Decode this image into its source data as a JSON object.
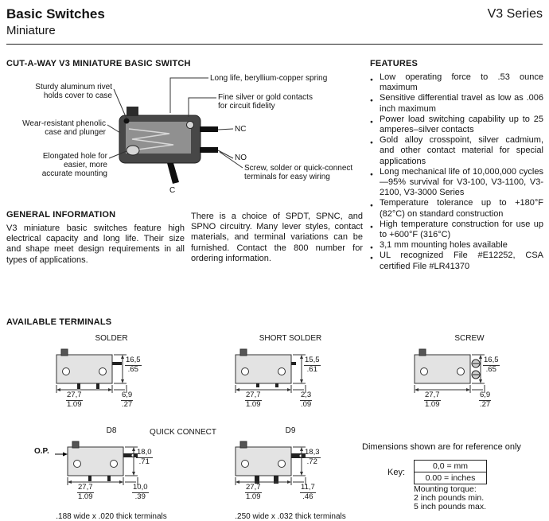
{
  "header": {
    "title": "Basic Switches",
    "subtitle": "Miniature",
    "series": "V3 Series"
  },
  "cutaway": {
    "heading": "CUT-A-WAY V3 MINIATURE BASIC SWITCH",
    "callout_rivet": "Sturdy aluminum rivet\nholds cover to case",
    "callout_spring": "Long life, beryllium-copper spring",
    "callout_contacts": "Fine silver or gold contacts\nfor circuit fidelity",
    "callout_case": "Wear-resistant phenolic\ncase and plunger",
    "callout_hole": "Elongated hole for\neasier, more\naccurate mounting",
    "callout_terminals": "Screw, solder or quick-connect\nterminals for easy wiring",
    "label_nc": "NC",
    "label_no": "NO",
    "label_c": "C"
  },
  "general_information": {
    "heading": "GENERAL INFORMATION",
    "col1": "V3 miniature basic switches feature high electrical capacity and long life. Their size and shape meet design requirements in all types of applications.",
    "col2": "There is a choice of SPDT, SPNC, and SPNO circuitry. Many lever styles, contact materials, and terminal variations can be furnished. Contact the 800 number for ordering information."
  },
  "features": {
    "heading": "FEATURES",
    "items": [
      "Low operating force to .53 ounce maximum",
      "Sensitive differential travel as low as .006 inch maximum",
      "Power load switching capability up to 25 amperes–silver contacts",
      "Gold alloy crosspoint, silver cadmium, and other contact material for special applications",
      "Long mechanical life of 10,000,000 cycles—95% survival for V3-100, V3-1100, V3-2100, V3-3000 Series",
      "Temperature tolerance up to +180°F (82°C) on standard construction",
      "High temperature construction for use up to +600°F (316°C)",
      "3,1 mm mounting holes available",
      "UL recognized File #E12252, CSA certified File #LR41370"
    ]
  },
  "available_terminals": {
    "heading": "AVAILABLE TERMINALS",
    "quick_connect_label": "QUICK CONNECT",
    "op_label": "O.P.",
    "items": [
      {
        "label": "SOLDER",
        "height_mm": "16,5",
        "height_in": ".65",
        "width_mm": "27,7",
        "width_in": "1.09",
        "ext_mm": "6,9",
        "ext_in": ".27"
      },
      {
        "label": "SHORT SOLDER",
        "height_mm": "15,5",
        "height_in": ".61",
        "width_mm": "27,7",
        "width_in": "1.09",
        "ext_mm": "2,3",
        "ext_in": ".09"
      },
      {
        "label": "SCREW",
        "height_mm": "16,5",
        "height_in": ".65",
        "width_mm": "27,7",
        "width_in": "1.09",
        "ext_mm": "6,9",
        "ext_in": ".27"
      },
      {
        "label": "D8",
        "height_mm": "18,0",
        "height_in": ".71",
        "width_mm": "27,7",
        "width_in": "1.09",
        "ext_mm": "10,0",
        "ext_in": ".39",
        "caption": ".188 wide x .020 thick terminals"
      },
      {
        "label": "D9",
        "height_mm": "18,3",
        "height_in": ".72",
        "width_mm": "27,7",
        "width_in": "1.09",
        "ext_mm": "11,7",
        "ext_in": ".46",
        "caption": ".250 wide x .032 thick terminals"
      }
    ]
  },
  "notes": {
    "reference": "Dimensions shown are for reference only",
    "key_label": "Key:",
    "key_mm": "0,0 = mm",
    "key_in": "0.00 = inches",
    "torque_title": "Mounting torque:",
    "torque_min": "2 inch pounds min.",
    "torque_max": "5 inch pounds max."
  }
}
